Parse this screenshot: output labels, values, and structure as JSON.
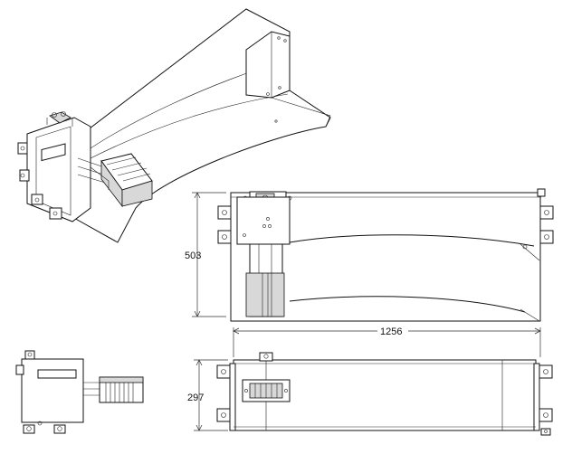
{
  "drawing": {
    "dimensions": {
      "height_front": "503",
      "width_top": "1256",
      "height_bottom": "297"
    }
  }
}
